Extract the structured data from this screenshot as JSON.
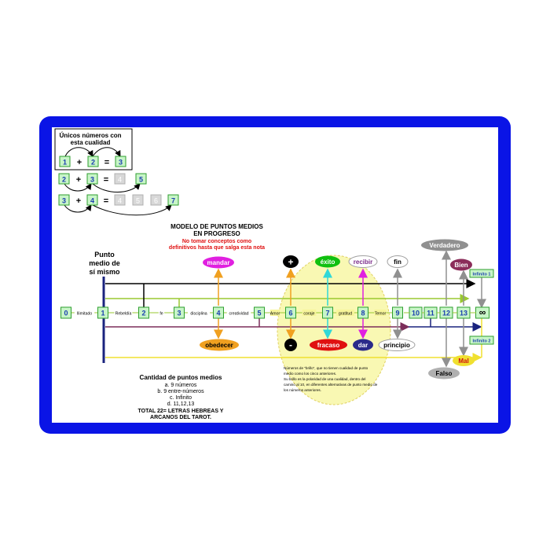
{
  "legend": {
    "unique_title_1": "Únicos números con",
    "unique_title_2": "esta cualidad",
    "eq1": {
      "a": "1",
      "op": "+",
      "b": "2",
      "eq": "=",
      "c": "3"
    },
    "eq2": {
      "a": "2",
      "op": "+",
      "b": "3",
      "eq": "=",
      "g1": "4",
      "c": "5"
    },
    "eq3": {
      "a": "3",
      "op": "+",
      "b": "4",
      "eq": "=",
      "g1": "4",
      "g2": "5",
      "g3": "6",
      "c": "7"
    }
  },
  "model": {
    "title_1": "MODELO DE PUNTOS MEDIOS",
    "title_2": "EN PROGRESO",
    "note_1": "No tomar conceptos como",
    "note_2": "definitivos hasta que salga esta nota"
  },
  "punto_medio": {
    "l1": "Punto",
    "l2": "medio de",
    "l3": "sí mismo"
  },
  "colors": {
    "frame": "#0a14e6",
    "number_fill": "#c8f5c8",
    "number_border": "#2e9e2e",
    "number_text": "#1a3fb0",
    "gray_fill": "#d0d0d0",
    "yellow_circle": "#f7f59a",
    "orange": "#f0a020",
    "cyan": "#30d8d8",
    "magenta": "#e020e0",
    "gray_arrow": "#909090",
    "navy": "#1a237e",
    "purple": "#7b2d5a",
    "lime": "#9ac830",
    "yellow": "#f0e030"
  },
  "axis": {
    "numbers": [
      "0",
      "1",
      "2",
      "3",
      "4",
      "5",
      "6",
      "7",
      "8",
      "9",
      "10",
      "11",
      "12",
      "13",
      "∞"
    ],
    "between": [
      "Ilimitado",
      "Rebeldía",
      "fe",
      "disciplina",
      "creatividad",
      "Amor",
      "coraje",
      "gratitud",
      "Temor"
    ]
  },
  "tags": {
    "infinito1": "Infinito 1",
    "infinito2": "Infinito 2"
  },
  "concepts": {
    "mandar": "mandar",
    "obedecer": "obedecer",
    "plus": "+",
    "minus": "-",
    "exito": "éxito",
    "fracaso": "fracaso",
    "recibir": "recibir",
    "dar": "dar",
    "fin": "fin",
    "principio": "principio",
    "verdadero": "Verdadero",
    "falso": "Falso",
    "bien": "Bien",
    "mal": "Mal"
  },
  "circle_note": {
    "l1": "Números de \"brillo\", que no tienen cualidad de punto",
    "l2": "medio como los cinco anteriores.",
    "l3": "Su brillo es la polaridad de una cualidad, dentro del",
    "l4": "camino al 10, en diferentes alternativas de punto medio de",
    "l5": "los números anteriores."
  },
  "summary": {
    "title": "Cantidad de puntos medios",
    "a": "a. 9 números",
    "b": "b. 9 entre-números",
    "c": "c. Infinito",
    "d": "d. 11,12,13",
    "total_1": "TOTAL 22= LETRAS HEBREAS Y",
    "total_2": "ARCANOS DEL TAROT."
  }
}
